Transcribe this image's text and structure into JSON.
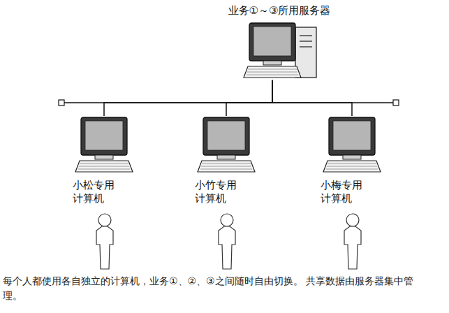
{
  "diagram": {
    "caption": "每个人都使用各自独立的计算机，业务①、②、③之间随时自由切换。 共享数据由服务器集中管理。",
    "nodes": [
      {
        "text": [
          "业务①～③所用服务器"
        ]
      },
      {
        "text": [
          "小松专用 计算机"
        ]
      },
      {
        "text": [
          "小竹专用 计算机"
        ]
      },
      {
        "text": [
          "小梅专用 计算机"
        ]
      }
    ],
    "edges": [
      {
        "from": 0,
        "to": 1,
        "arrow": "none"
      },
      {
        "from": 0,
        "to": 2,
        "arrow": "none"
      },
      {
        "from": 0,
        "to": 3,
        "arrow": "none"
      }
    ]
  }
}
